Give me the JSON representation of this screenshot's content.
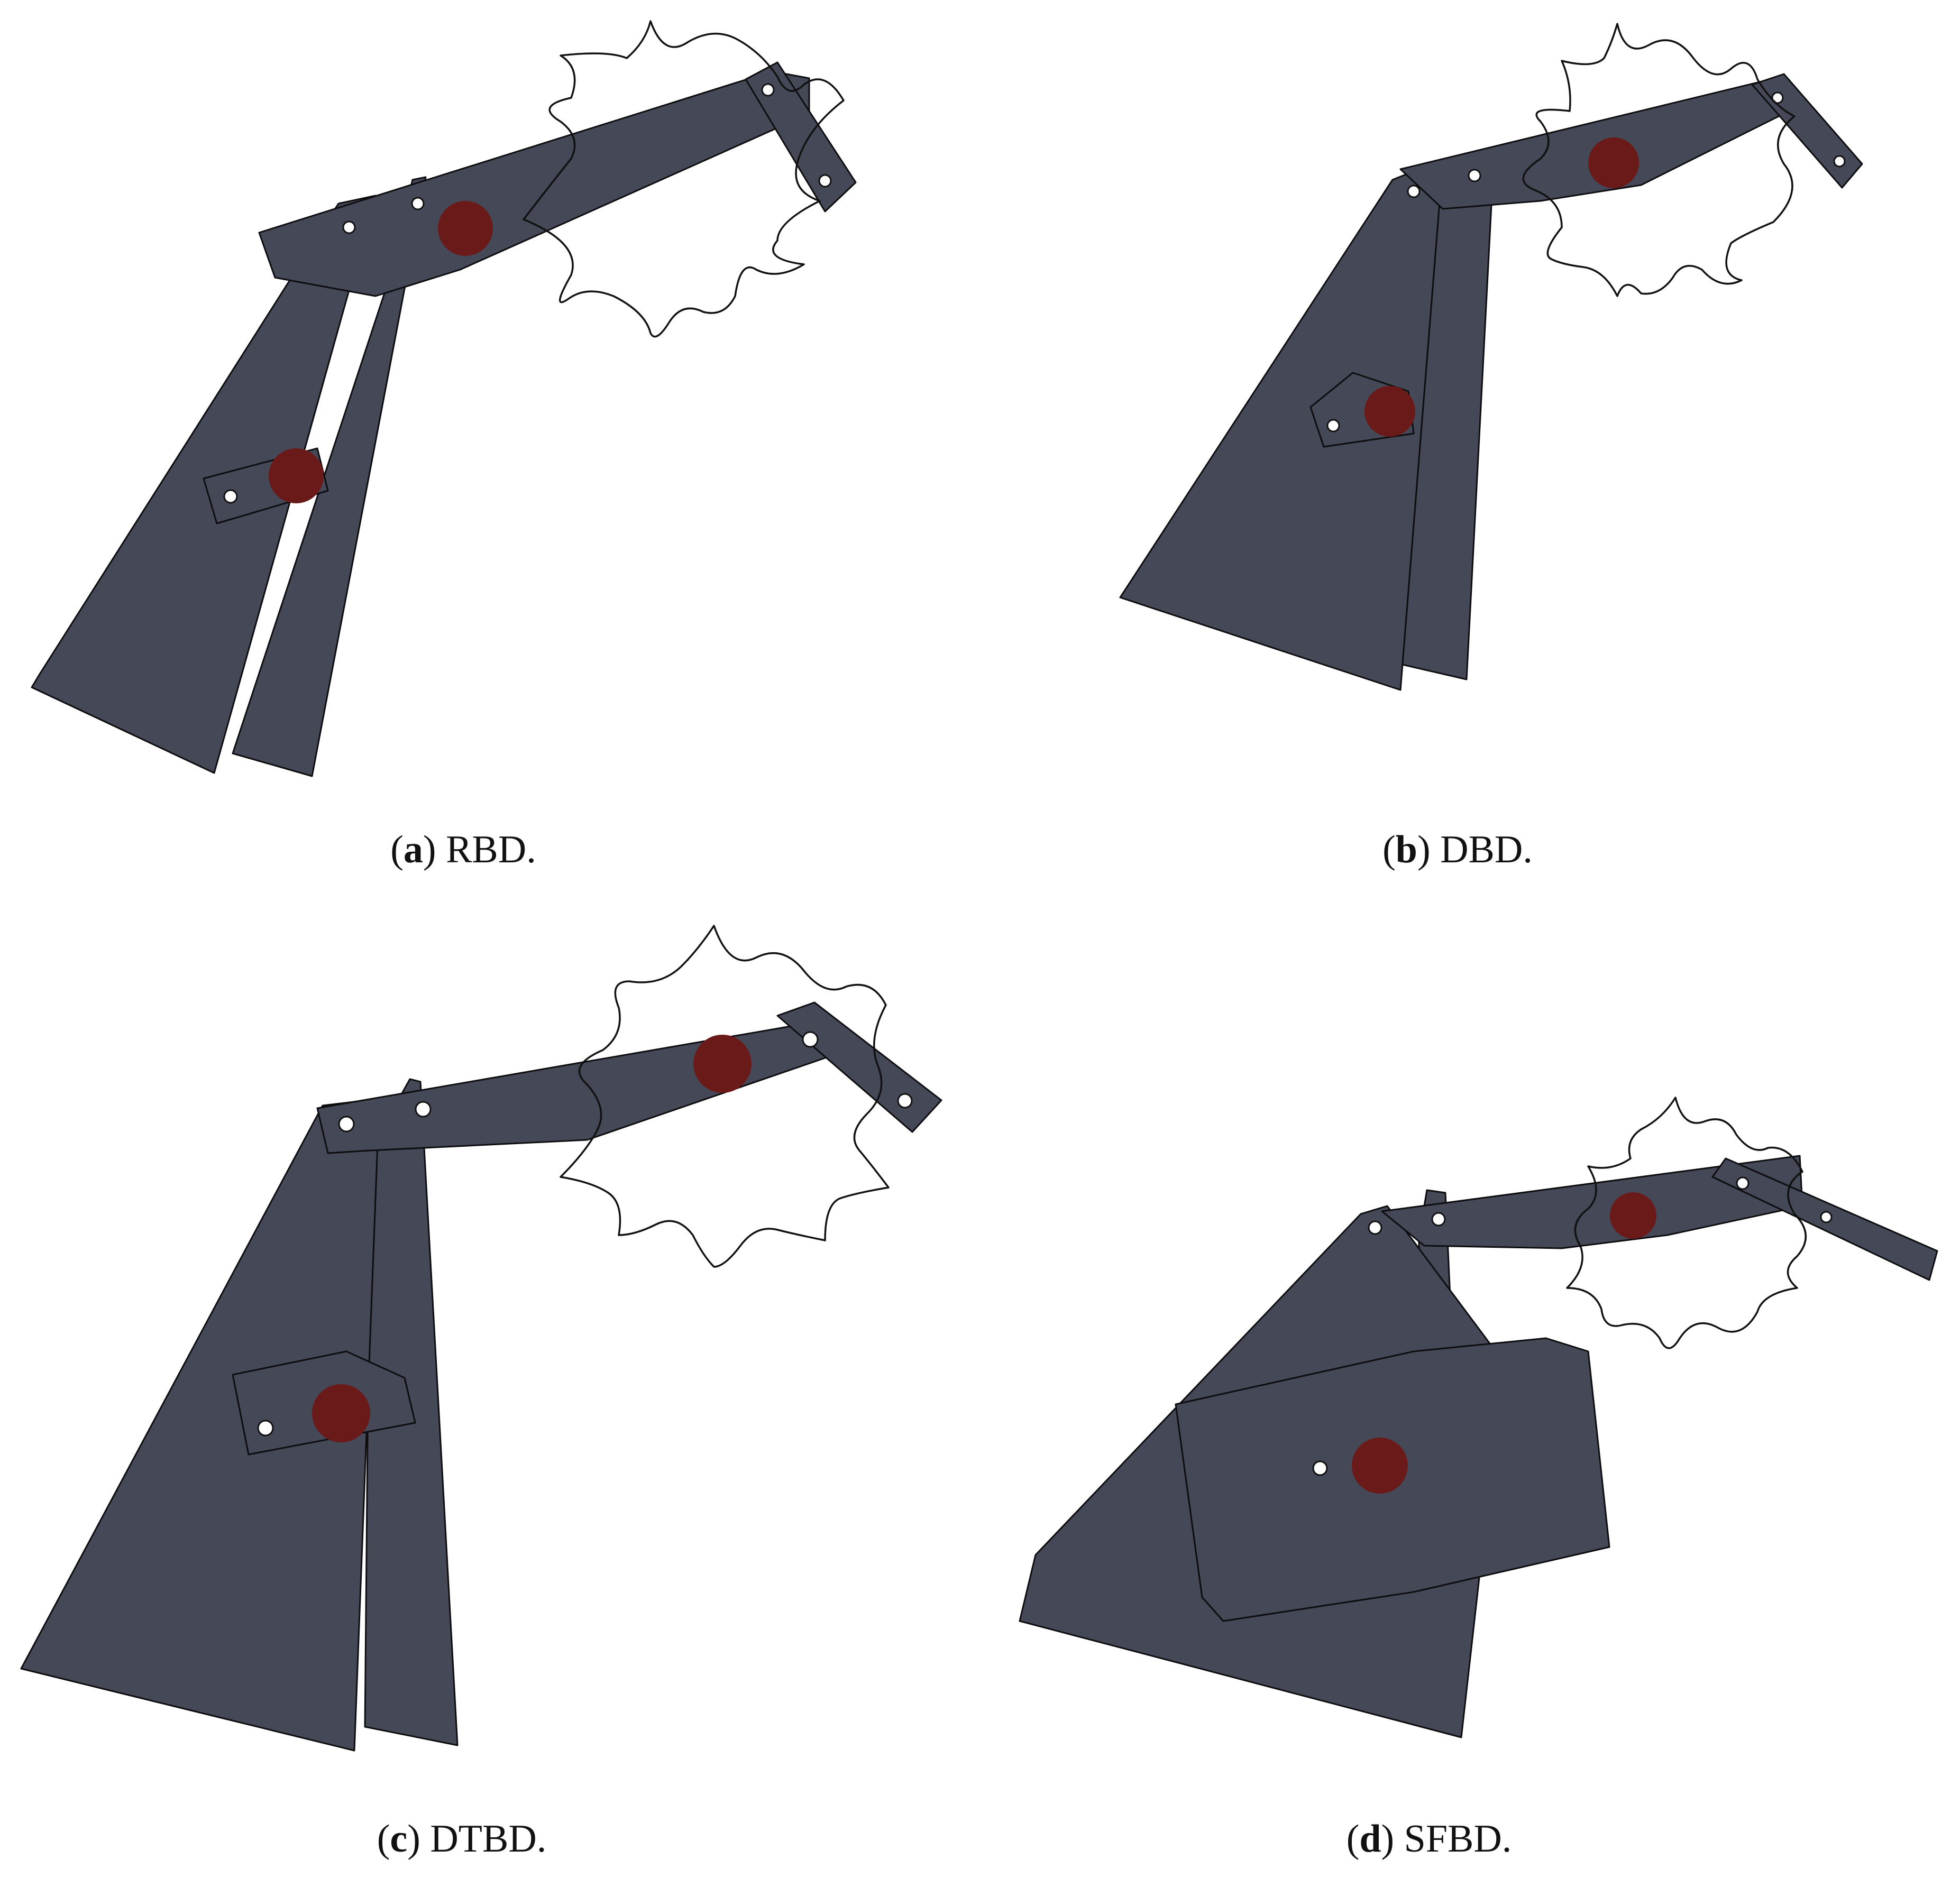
{
  "figure": {
    "colors": {
      "link_fill": "#454857",
      "link_stroke": "#0d0d10",
      "mass": "#6a1a18",
      "trajectory": "#111111",
      "pin": "#ffffff"
    },
    "panels": [
      {
        "id": "a",
        "caption": {
          "open": "(",
          "letter": "a",
          "text": ") RBD."
        }
      },
      {
        "id": "b",
        "caption": {
          "open": "(",
          "letter": "b",
          "text": ") DBD."
        }
      },
      {
        "id": "c",
        "caption": {
          "open": "(",
          "letter": "c",
          "text": ") DTBD."
        }
      },
      {
        "id": "d",
        "caption": {
          "open": "(",
          "letter": "d",
          "text": ") SFBD."
        }
      }
    ]
  }
}
